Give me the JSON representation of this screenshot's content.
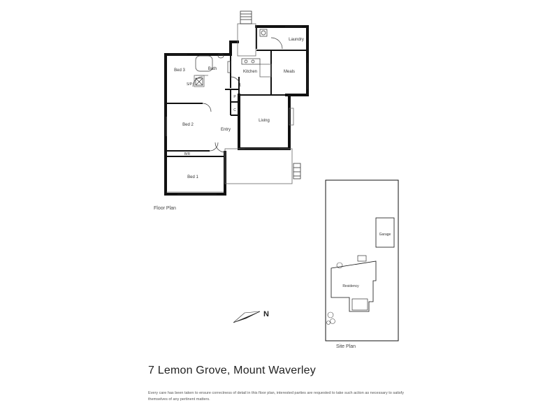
{
  "floor_plan": {
    "rooms": {
      "laundry": "Laundry",
      "bath": "Bath",
      "kitchen": "Kitchen",
      "meals": "Meals",
      "bed3": "Bed 3",
      "shower": "S/P",
      "pantry": "P",
      "cupboard": "C",
      "bed2": "Bed 2",
      "entry": "Entry",
      "living": "Living",
      "robe": "B/R",
      "bed1": "Bed 1"
    },
    "caption": "Floor Plan"
  },
  "site_plan": {
    "garage": "Garage",
    "residency": "Residency",
    "caption": "Site Plan"
  },
  "north_label": "N",
  "address": "7 Lemon Grove, Mount Waverley",
  "disclaimer": "Every care has been taken to ensure correctness of detail in this floor plan, interested parties are requested to take such action as necessary to satisfy themselves of any pertinent matters."
}
